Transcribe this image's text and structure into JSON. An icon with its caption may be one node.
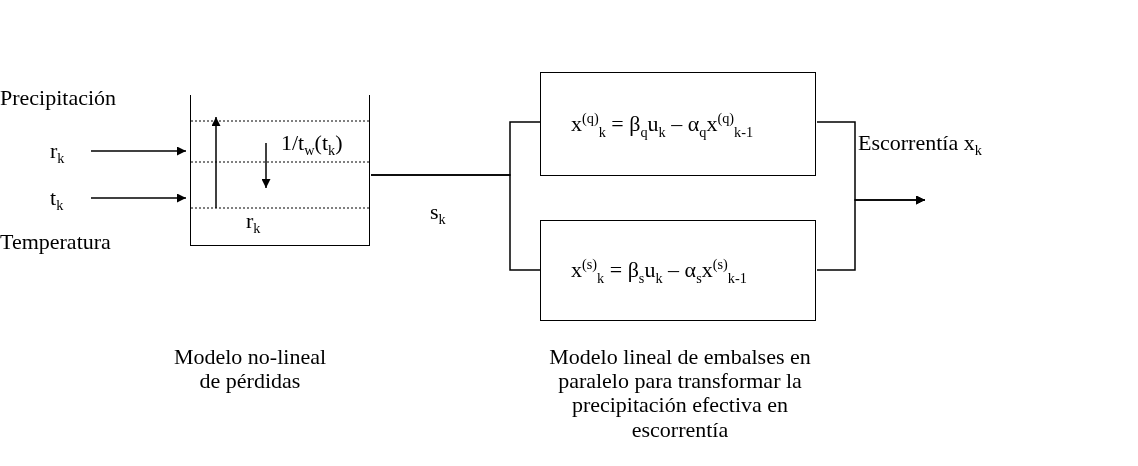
{
  "diagram": {
    "nodes": [
      {
        "text": [
          "r$_{k}$"
        ],
        "beside": [
          "Precipitación"
        ]
      },
      {
        "text": [
          "t$_{k}$"
        ],
        "beside": [
          "Temperatura"
        ]
      },
      {
        "text": [
          "1/t$_{w}$(t$_{k}$)",
          "r$_{k}$"
        ]
      },
      {
        "text": [
          "x$^{(q)}$$_{k}$ = β$_{q}$u$_{k}$ – α$_{q}$x$^{(q)}$$_{k-1}$"
        ]
      },
      {
        "text": [
          "x$^{(s)}$$_{k}$ = β$_{s}$u$_{k}$ – α$_{s}$x$^{(s)}$$_{k-1}$"
        ]
      }
    ],
    "edges": [
      {
        "from": 0,
        "to": 2,
        "arrow": "to"
      },
      {
        "from": 1,
        "to": 2,
        "arrow": "to"
      },
      {
        "from": 2,
        "to": 3,
        "arrow": "none",
        "label": "s$_{k}$"
      },
      {
        "from": 2,
        "to": 4,
        "arrow": "none"
      },
      {
        "from": 3,
        "to": null,
        "arrow": "to",
        "label": "Escorrentía x$_{k}$"
      },
      {
        "from": 4,
        "to": null,
        "arrow": "to"
      }
    ],
    "labels": [
      "Modelo no-lineal de pérdidas",
      "Modelo lineal de embalses en paralelo para transformar la precipitación efectiva en escorrentía"
    ]
  }
}
